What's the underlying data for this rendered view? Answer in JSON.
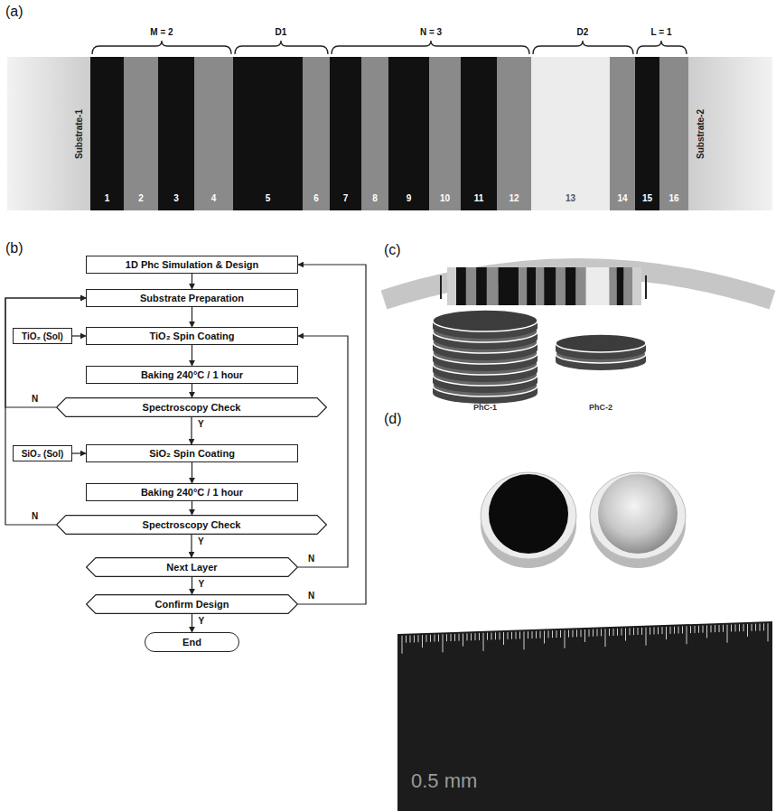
{
  "diagram": {
    "nodes": [
      {
        "text": [
          "Substrate-1"
        ]
      },
      {
        "text": [
          "1"
        ]
      },
      {
        "text": [
          "2"
        ]
      },
      {
        "text": [
          "3"
        ]
      },
      {
        "text": [
          "4"
        ]
      },
      {
        "text": [
          "5"
        ]
      },
      {
        "text": [
          "6"
        ]
      },
      {
        "text": [
          "7"
        ]
      },
      {
        "text": [
          "8"
        ]
      },
      {
        "text": [
          "9"
        ]
      },
      {
        "text": [
          "10"
        ]
      },
      {
        "text": [
          "11"
        ]
      },
      {
        "text": [
          "12"
        ]
      },
      {
        "text": [
          "13"
        ]
      },
      {
        "text": [
          "14"
        ]
      },
      {
        "text": [
          "15"
        ]
      },
      {
        "text": [
          "16"
        ]
      },
      {
        "text": [
          "Substrate-2"
        ]
      },
      {
        "text": [
          "1D Phc Simulation & Design"
        ]
      },
      {
        "text": [
          "Substrate Preparation"
        ]
      },
      {
        "text": [
          "TiO₂ (Sol)"
        ]
      },
      {
        "text": [
          "TiO₂ Spin Coating"
        ]
      },
      {
        "text": [
          "Baking 240°C / 1 hour"
        ]
      },
      {
        "text": [
          "Spectroscopy Check"
        ]
      },
      {
        "text": [
          "SiO₂ (Sol)"
        ]
      },
      {
        "text": [
          "SiO₂ Spin Coating"
        ]
      },
      {
        "text": [
          "Baking 240°C / 1 hour"
        ]
      },
      {
        "text": [
          "Spectroscopy Check"
        ]
      },
      {
        "text": [
          "Next Layer"
        ]
      },
      {
        "text": [
          "Confirm Design"
        ]
      },
      {
        "text": [
          "End"
        ]
      }
    ],
    "edges": [
      {
        "from": 18,
        "to": 19,
        "arrow": "to"
      },
      {
        "from": 19,
        "to": 21,
        "arrow": "to"
      },
      {
        "from": 20,
        "to": 21,
        "arrow": "to"
      },
      {
        "from": 21,
        "to": 22,
        "arrow": "to"
      },
      {
        "from": 22,
        "to": 23,
        "arrow": "to"
      },
      {
        "from": 23,
        "to": 25,
        "label": "Y",
        "arrow": "to"
      },
      {
        "from": 23,
        "to": 19,
        "label": "N",
        "arrow": "to"
      },
      {
        "from": 24,
        "to": 25,
        "arrow": "to"
      },
      {
        "from": 25,
        "to": 26,
        "arrow": "to"
      },
      {
        "from": 26,
        "to": 27,
        "arrow": "to"
      },
      {
        "from": 27,
        "to": 19,
        "label": "N",
        "arrow": "to"
      },
      {
        "from": 27,
        "to": 28,
        "label": "Y",
        "arrow": "to"
      },
      {
        "from": 28,
        "to": 21,
        "label": "N",
        "arrow": "to"
      },
      {
        "from": 28,
        "to": 29,
        "label": "Y",
        "arrow": "to"
      },
      {
        "from": 29,
        "to": 18,
        "label": "N",
        "arrow": "to"
      },
      {
        "from": 29,
        "to": 30,
        "label": "Y",
        "arrow": "to"
      }
    ],
    "labels": [
      "(a)",
      "M = 2",
      "D1",
      "N = 3",
      "D2",
      "L = 1",
      "(b)",
      "(c)",
      "PhC-1",
      "PhC-2",
      "(d)",
      "0.5 mm"
    ]
  }
}
